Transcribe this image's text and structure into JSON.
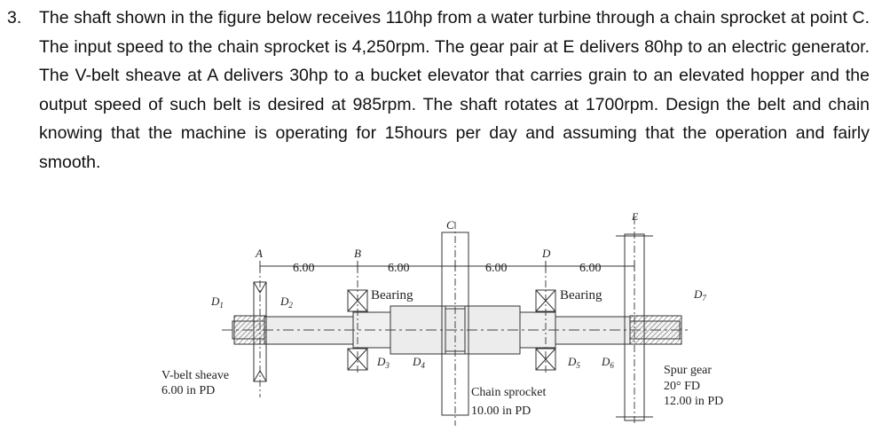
{
  "problem": {
    "number": "3.",
    "text": "The shaft shown in the figure below receives 110hp from a water turbine through a chain sprocket at point C. The input speed to the chain sprocket is 4,250rpm. The gear pair at E delivers 80hp to an electric generator. The V-belt sheave at A delivers 30hp to a bucket elevator that carries grain to an elevated hopper and the output speed of such belt is desired at 985rpm. The shaft rotates at 1700rpm. Design the belt and chain knowing that the machine is operating for 15hours per day and assuming that the operation and fairly smooth."
  },
  "figure": {
    "points": {
      "a": "A",
      "b": "B",
      "c": "C",
      "d": "D",
      "e": "E"
    },
    "dimensions": [
      "6.00",
      "6.00",
      "6.00",
      "6.00"
    ],
    "diameters": {
      "d1": "D",
      "d2": "D",
      "d3": "D",
      "d4": "D",
      "d5": "D",
      "d6": "D",
      "d7": "D",
      "s1": "1",
      "s2": "2",
      "s3": "3",
      "s4": "4",
      "s5": "5",
      "s6": "6",
      "s7": "7"
    },
    "bearing_left": "Bearing",
    "bearing_right": "Bearing",
    "vbelt": {
      "name": "V-belt sheave",
      "size": "6.00 in PD"
    },
    "sprocket": {
      "name": "Chain sprocket",
      "size": "10.00 in PD"
    },
    "gear": {
      "name": "Spur gear",
      "angle": "20° FD",
      "size": "12.00 in PD"
    }
  }
}
